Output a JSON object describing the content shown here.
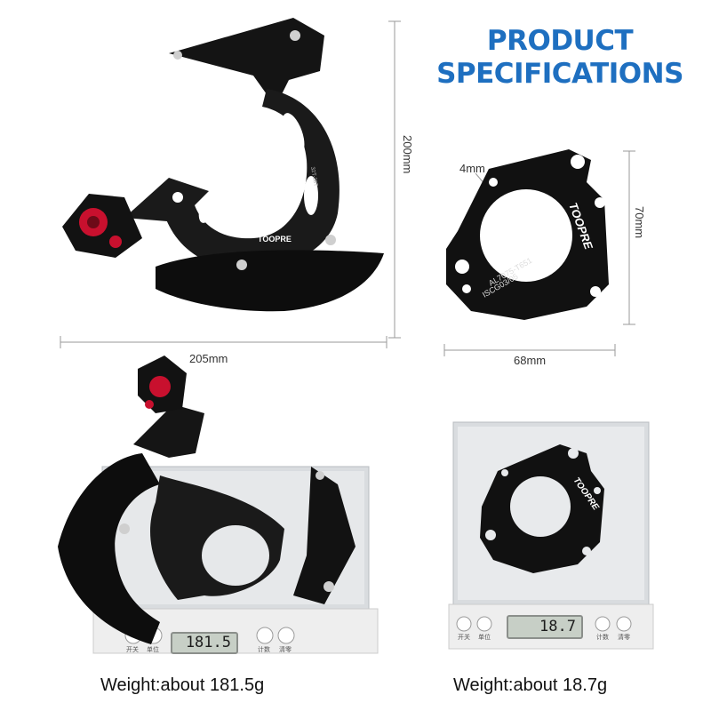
{
  "heading": {
    "line1": "PRODUCT",
    "line2": "SPECIFICATIONS",
    "color": "#1e6fc0"
  },
  "dimensions": {
    "guide_height": "200mm",
    "guide_width": "205mm",
    "adapter_height": "70mm",
    "adapter_width": "68mm",
    "adapter_thickness": "4mm"
  },
  "product_markings": {
    "brand": "TOOPRE",
    "guide_size": "32T-38T",
    "adapter_model": "ISCG03/05",
    "adapter_material": "AL7075-T651"
  },
  "scale_left": {
    "display": "181.5",
    "buttons": [
      "开关",
      "单位",
      "计数",
      "清零"
    ]
  },
  "scale_right": {
    "display": "18.7",
    "buttons": [
      "开关",
      "单位",
      "计数",
      "清零"
    ]
  },
  "captions": {
    "left": "Weight:about 181.5g",
    "right": "Weight:about 18.7g"
  },
  "colors": {
    "part": "#111111",
    "accent": "#c8102e",
    "scale_metal": "#d9dcdf"
  }
}
